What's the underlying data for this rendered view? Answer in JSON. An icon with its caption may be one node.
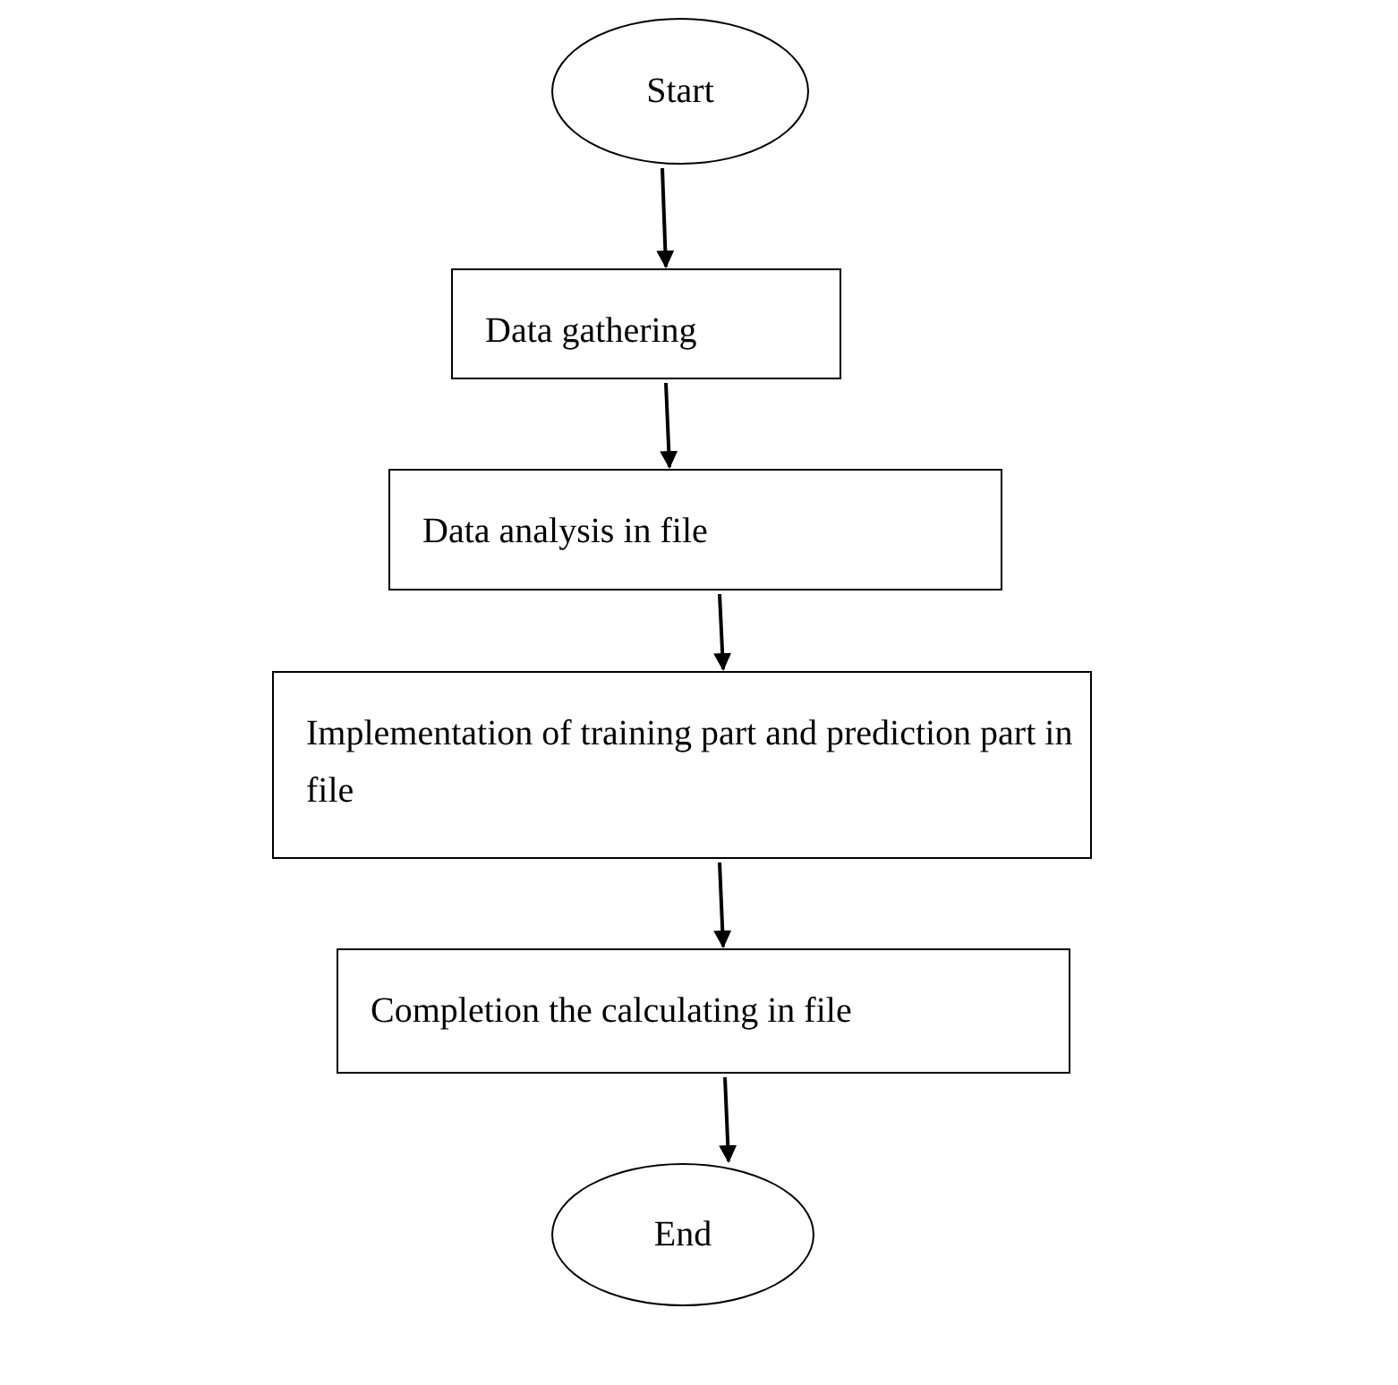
{
  "diagram": {
    "nodes": [
      {
        "text": [
          "Start"
        ]
      },
      {
        "text": [
          "Data gathering"
        ]
      },
      {
        "text": [
          "Data analysis in file"
        ]
      },
      {
        "text": [
          "Implementation of training part and prediction part in file"
        ]
      },
      {
        "text": [
          "Completion the calculating in file"
        ]
      },
      {
        "text": [
          "End"
        ]
      }
    ],
    "edges": [
      {
        "from": 0,
        "to": 1,
        "arrow": "to"
      },
      {
        "from": 1,
        "to": 2,
        "arrow": "to"
      },
      {
        "from": 2,
        "to": 3,
        "arrow": "to"
      },
      {
        "from": 3,
        "to": 4,
        "arrow": "to"
      },
      {
        "from": 4,
        "to": 5,
        "arrow": "to"
      }
    ]
  }
}
